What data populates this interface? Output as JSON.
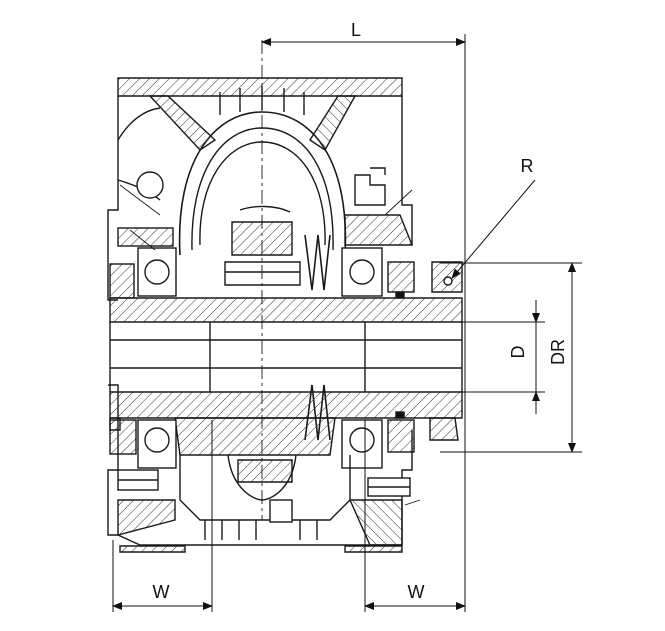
{
  "labels": {
    "L": "L",
    "R": "R",
    "D": "D",
    "DR": "DR",
    "W_left": "W",
    "W_right": "W"
  },
  "colors": {
    "line": "#1a1a1a",
    "hatch": "#333333",
    "background": "#ffffff"
  }
}
